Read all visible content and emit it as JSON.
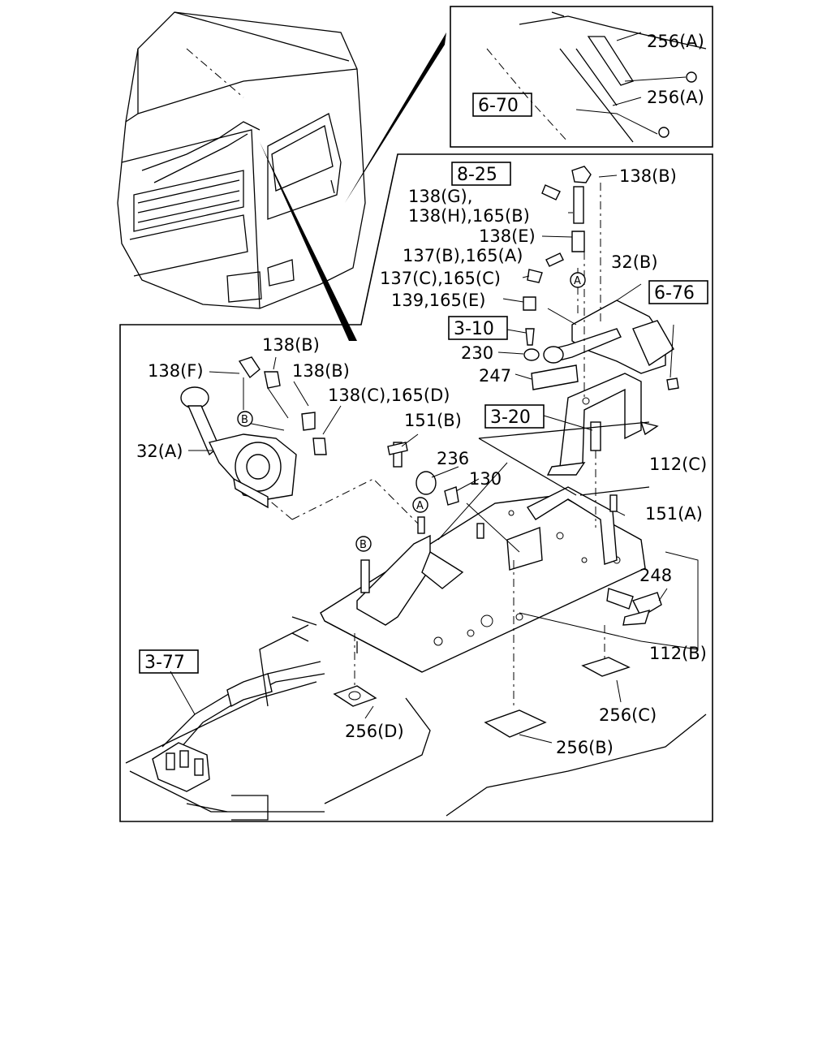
{
  "parts": {
    "p256A_1": "256(A)",
    "p256A_2": "256(A)",
    "p138B_top": "138(B)",
    "p138G": "138(G),",
    "p138H_165B": "138(H),165(B)",
    "p138E": "138(E)",
    "p137B_165A": "137(B),165(A)",
    "p137C_165C": "137(C),165(C)",
    "p139_165E": "139,165(E)",
    "p32B": "32(B)",
    "p230": "230",
    "p247": "247",
    "p112C": "112(C)",
    "p151A": "151(A)",
    "p248": "248",
    "p112B": "112(B)",
    "p256C": "256(C)",
    "p256B": "256(B)",
    "p256D": "256(D)",
    "p138B_mid1": "138(B)",
    "p138F": "138(F)",
    "p138B_mid2": "138(B)",
    "p138C_165D": "138(C),165(D)",
    "p151B": "151(B)",
    "p236": "236",
    "p130": "130",
    "p32A": "32(A)"
  },
  "refs": {
    "r6_70": "6-70",
    "r8_25": "8-25",
    "r3_10": "3-10",
    "r6_76": "6-76",
    "r3_20": "3-20",
    "r3_77": "3-77"
  },
  "markers": {
    "a": "A",
    "b": "B"
  }
}
